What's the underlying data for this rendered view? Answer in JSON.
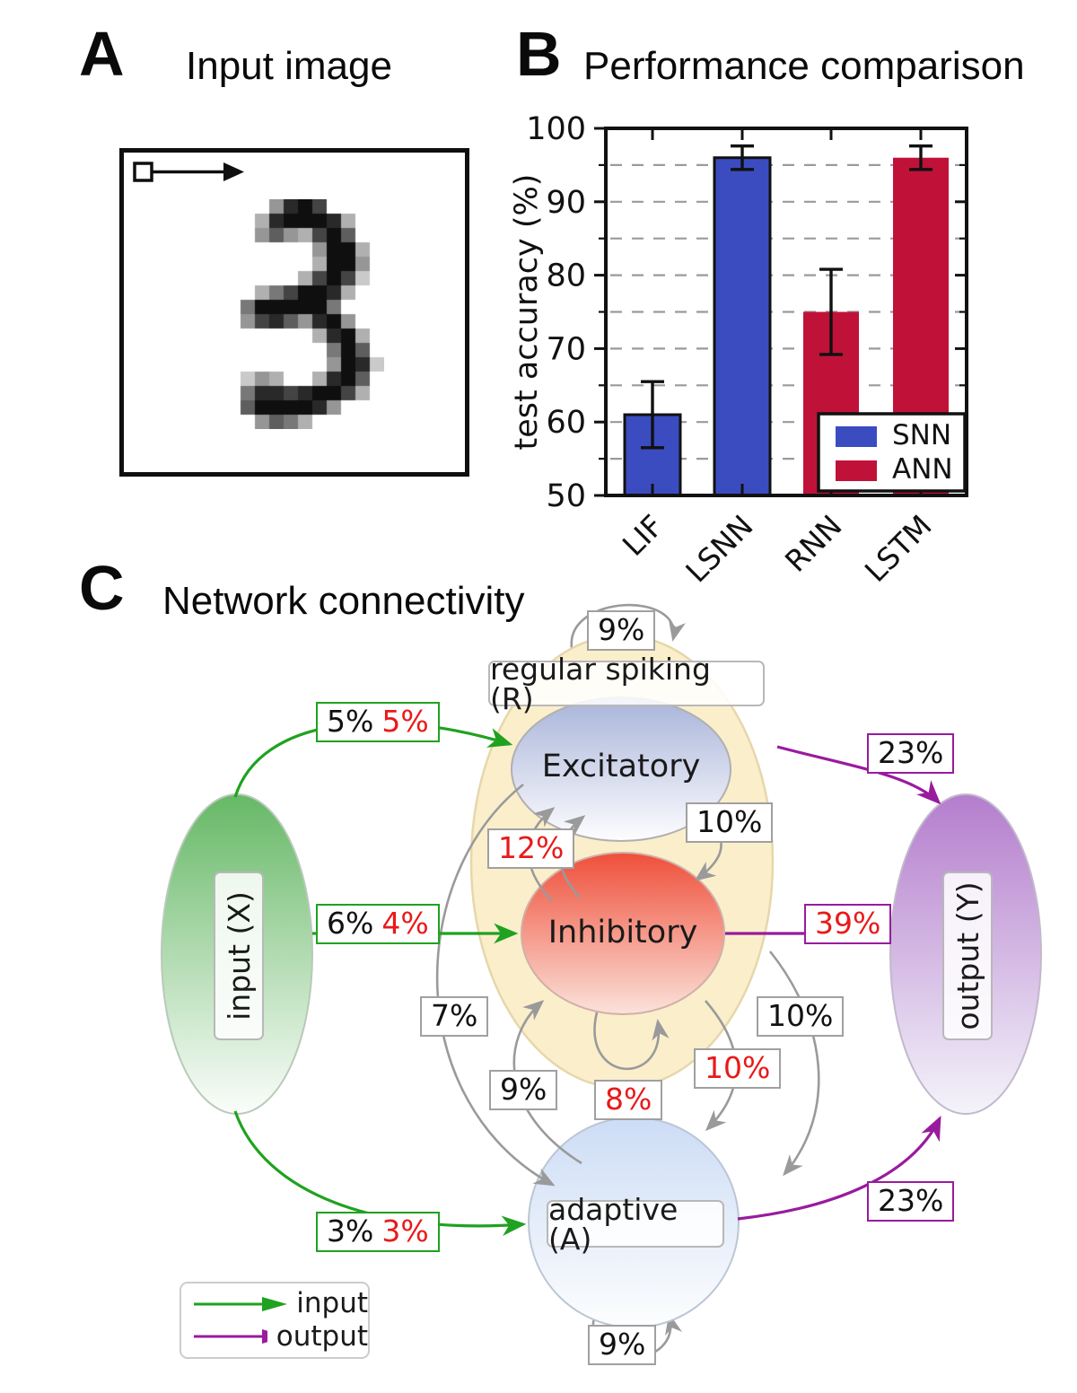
{
  "panelA": {
    "label": "A",
    "title": "Input image",
    "digit_rows": [
      "...4897....",
      "..3899983..",
      "..4643796..",
      "......4993.",
      "......3994.",
      ".....37972.",
      "..3579983..",
      ".5999995...",
      ".47864894..",
      "......3893.",
      ".......596.",
      ".......4982",
      ".243..3896.",
      ".588789973.",
      ".6999984...",
      "..4653....."
    ]
  },
  "panelB": {
    "label": "B",
    "title": "Performance comparison"
  },
  "chart_data": {
    "type": "bar",
    "title": "Performance comparison",
    "xlabel": "",
    "ylabel": "test accuracy (%)",
    "ylim": [
      50,
      100
    ],
    "yticks": [
      50,
      60,
      70,
      80,
      90,
      100
    ],
    "grid": "dashed horizontal every 5 from 55 to 95",
    "categories": [
      "LIF",
      "LSNN",
      "RNN",
      "LSTM"
    ],
    "values": [
      61,
      96,
      75,
      96
    ],
    "errors": [
      4.5,
      1.6,
      5.8,
      1.6
    ],
    "bar_groups": [
      "SNN",
      "SNN",
      "ANN",
      "ANN"
    ],
    "legend": [
      {
        "label": "SNN",
        "color": "#3b4cc0"
      },
      {
        "label": "ANN",
        "color": "#c01238"
      }
    ],
    "legend_position": "lower right"
  },
  "panelC": {
    "label": "C",
    "title": "Network connectivity",
    "nodes": {
      "regular_spiking": "regular spiking (R)",
      "excitatory": "Excitatory",
      "inhibitory": "Inhibitory",
      "adaptive": "adaptive (A)",
      "input": "input (X)",
      "output": "output (Y)"
    },
    "edge_labels": {
      "recurrent_self_top": "9%",
      "exc_to_inh": "10%",
      "inh_to_exc": "12%",
      "input_to_exc_a": "5%",
      "input_to_exc_b": "5%",
      "input_to_inh_a": "6%",
      "input_to_inh_b": "4%",
      "input_to_adaptive_a": "3%",
      "input_to_adaptive_b": "3%",
      "exc_to_output": "23%",
      "inh_to_output": "39%",
      "adaptive_to_output": "23%",
      "exc_to_adaptive_left": "7%",
      "adaptive_to_inh_left": "9%",
      "inh_self": "8%",
      "inh_to_adaptive": "10%",
      "exc_to_adaptive_right": "10%",
      "adaptive_self": "9%"
    },
    "legend": {
      "input": "input",
      "output": "output"
    },
    "colors": {
      "input_arrow": "#1fa21f",
      "output_arrow": "#991b9e",
      "recurrent_arrow": "#9a9a9a",
      "red_value": "#e81a1a",
      "pool_fill": "#fbeecb"
    }
  }
}
